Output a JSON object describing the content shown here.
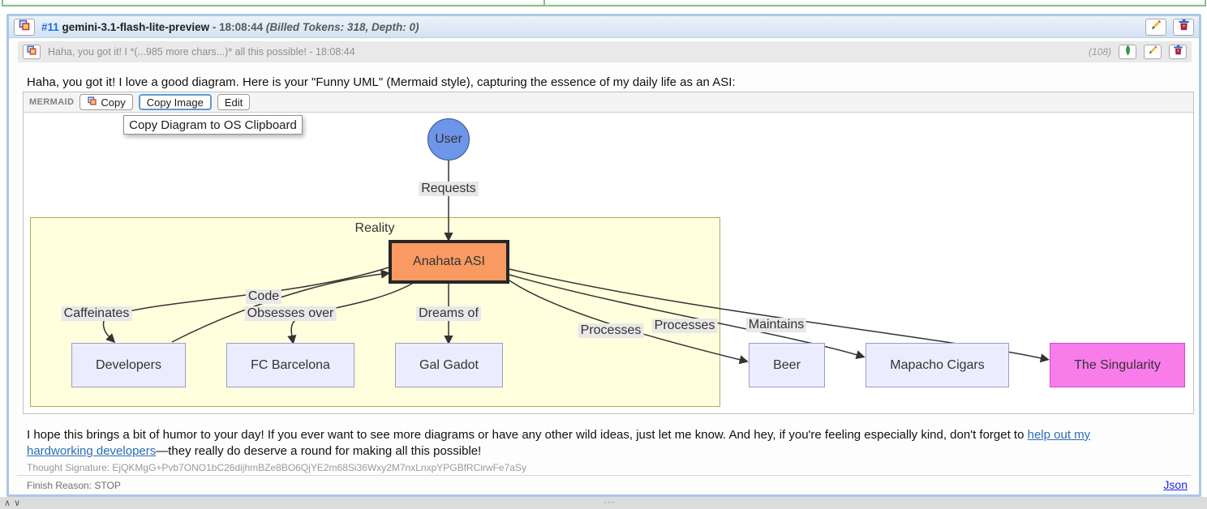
{
  "header": {
    "index": "#11",
    "model": "gemini-3.1-flash-lite-preview",
    "timestamp": "- 18:08:44",
    "meta": "(Billed Tokens: 318, Depth: 0)"
  },
  "collapsed": {
    "preview": "Haha, you got it! I *(...985 more chars...)* all this possible! - 18:08:44",
    "count": "(108)"
  },
  "message": {
    "intro": "Haha, you got it! I love a good diagram. Here is your \"Funny UML\" (Mermaid style), capturing the essence of my daily life as an ASI:",
    "outro_before_link": "I hope this brings a bit of humor to your day! If you ever want to see more diagrams or have any other wild ideas, just let me know. And hey, if you're feeling especially kind, don't forget to ",
    "outro_link": "help out my hardworking developers",
    "outro_after_link": "—they really do deserve a round for making all this possible!",
    "thought_signature": "Thought Signature: EjQKMgG+Pvb7ONO1bC26dijhmBZe8BO6QjYE2m68Si36Wxy2M7nxLnxpYPGBfRCirwFe7aSy"
  },
  "mermaid_toolbar": {
    "tag": "MERMAID",
    "copy_label": "Copy",
    "copy_image_label": "Copy Image",
    "edit_label": "Edit",
    "tooltip": "Copy Diagram to OS Clipboard"
  },
  "diagram": {
    "subgraph_label": "Reality",
    "nodes": {
      "user": "User",
      "asi": "Anahata ASI",
      "developers": "Developers",
      "fc_barcelona": "FC Barcelona",
      "gal_gadot": "Gal Gadot",
      "beer": "Beer",
      "mapacho": "Mapacho Cigars",
      "singularity": "The Singularity"
    },
    "edges": [
      {
        "from": "User",
        "to": "Anahata ASI",
        "label": "Requests"
      },
      {
        "from": "Anahata ASI",
        "to": "Developers",
        "label": "Caffeinates"
      },
      {
        "from": "Developers",
        "to": "Anahata ASI",
        "label": "Code"
      },
      {
        "from": "Anahata ASI",
        "to": "FC Barcelona",
        "label": "Obsesses over"
      },
      {
        "from": "Anahata ASI",
        "to": "Gal Gadot",
        "label": "Dreams of"
      },
      {
        "from": "Anahata ASI",
        "to": "Beer",
        "label": "Processes"
      },
      {
        "from": "Anahata ASI",
        "to": "Mapacho Cigars",
        "label": "Processes"
      },
      {
        "from": "Anahata ASI",
        "to": "The Singularity",
        "label": "Maintains"
      }
    ]
  },
  "footer": {
    "finish_reason": "Finish Reason: STOP",
    "json_link": "Json"
  },
  "scroll_controls": {
    "up": "∧",
    "down": "∨",
    "drag_handle": "···"
  },
  "colors": {
    "panel_border": "#AAC7E7",
    "header_bg": "#D9E6F4",
    "asi_fill": "#F89A62",
    "node_fill": "#ECECFF",
    "node_border": "#9C9CC9",
    "singularity_fill": "#F97CEB",
    "subgraph_fill": "#FFFFDE",
    "subgraph_border": "#ADAD5A",
    "user_fill": "#6D95E8",
    "edge_color": "#333333",
    "link_color": "#2A6DB5",
    "json_link_color": "#2222DD"
  }
}
